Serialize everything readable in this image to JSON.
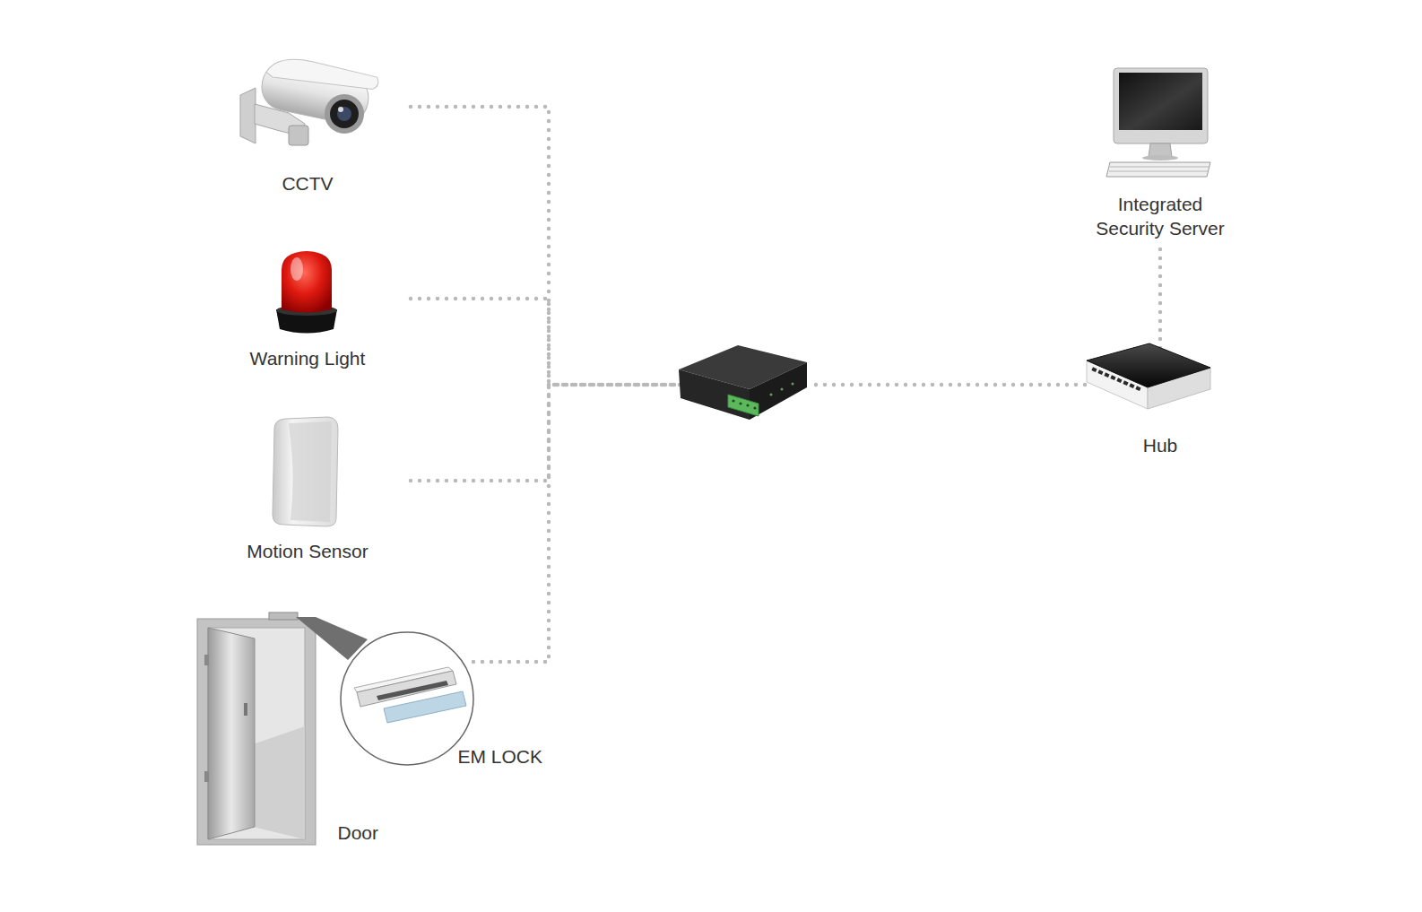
{
  "diagram": {
    "nodes": [
      {
        "text": [
          "CCTV"
        ]
      },
      {
        "text": [
          "Warning Light"
        ]
      },
      {
        "text": [
          "Motion Sensor"
        ]
      },
      {
        "text": [
          "EM LOCK"
        ]
      },
      {
        "text": [
          "Door"
        ]
      },
      {
        "text": []
      },
      {
        "text": [
          "Hub"
        ]
      },
      {
        "text": [
          "Integrated Security Server"
        ]
      }
    ],
    "edges": [
      {
        "from": 0,
        "to": 5,
        "arrow": "none"
      },
      {
        "from": 1,
        "to": 5,
        "arrow": "none"
      },
      {
        "from": 2,
        "to": 5,
        "arrow": "none"
      },
      {
        "from": 3,
        "to": 5,
        "arrow": "none"
      },
      {
        "from": 5,
        "to": 6,
        "arrow": "none"
      },
      {
        "from": 6,
        "to": 7,
        "arrow": "none"
      }
    ]
  }
}
